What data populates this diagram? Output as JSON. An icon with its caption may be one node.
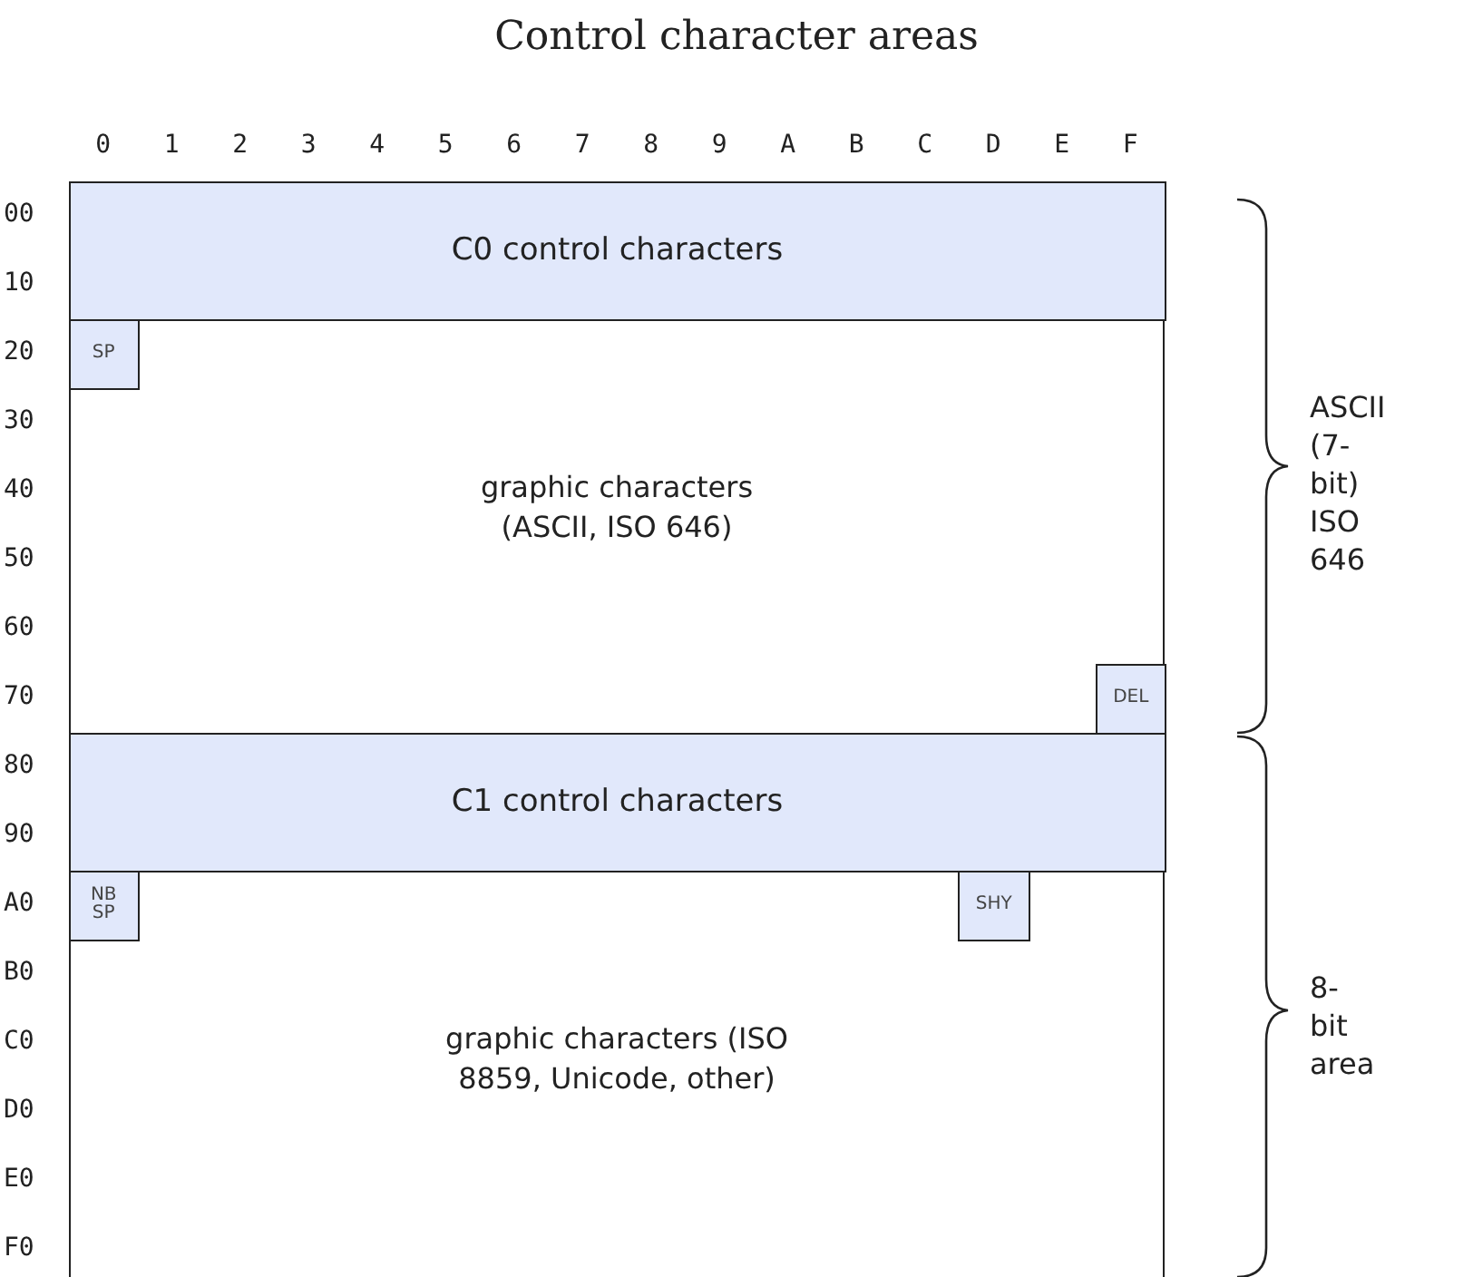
{
  "diagram": {
    "title": "Control character areas",
    "nodes": [
      {
        "text": [],
        "shape": "box"
      },
      {
        "text": [
          "C0 control characters"
        ],
        "in": 0
      },
      {
        "text": [
          "SP"
        ],
        "in": 0
      },
      {
        "text": [
          "DEL"
        ],
        "in": 0
      },
      {
        "text": [
          "C1 control characters"
        ],
        "in": 0
      },
      {
        "text": [
          "NB SP"
        ],
        "in": 0
      },
      {
        "text": [
          "SHY"
        ],
        "in": 0
      }
    ],
    "edges": [],
    "labels": [
      "0",
      "1",
      "2",
      "3",
      "4",
      "5",
      "6",
      "7",
      "8",
      "9",
      "A",
      "B",
      "C",
      "D",
      "E",
      "F",
      "00",
      "10",
      "20",
      "30",
      "40",
      "50",
      "60",
      "70",
      "80",
      "90",
      "A0",
      "B0",
      "C0",
      "D0",
      "E0",
      "F0",
      "graphic characters (ASCII, ISO 646)",
      "graphic characters (ISO 8859, Unicode, other)",
      "ASCII (7-bit) ISO 646",
      "8-bit area"
    ]
  }
}
